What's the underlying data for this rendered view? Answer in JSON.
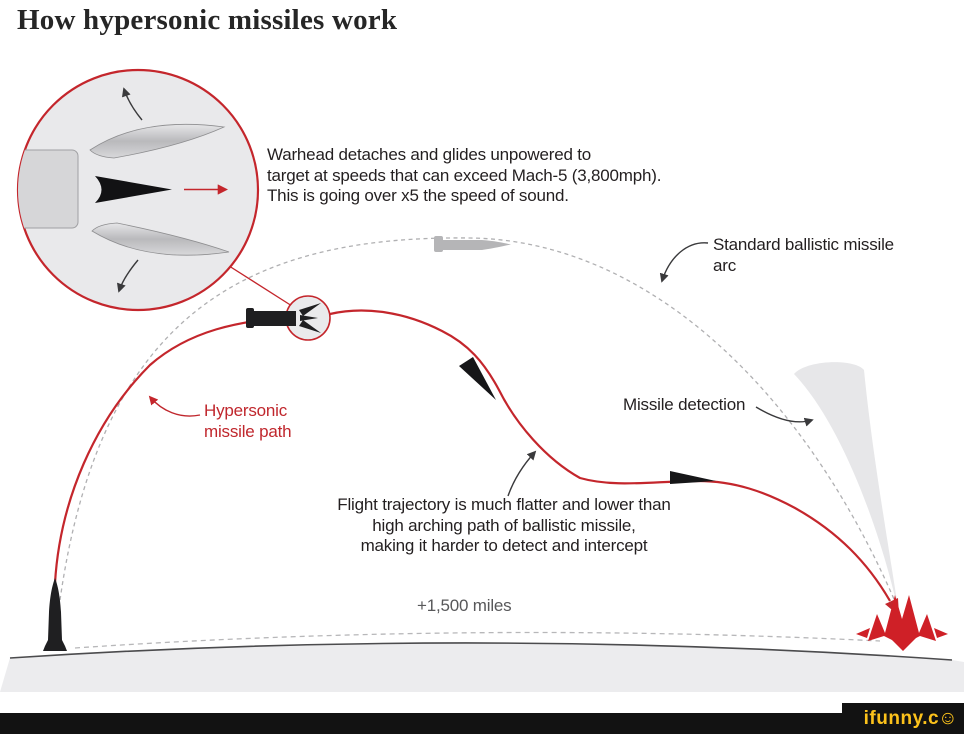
{
  "title": "How hypersonic missiles work",
  "labels": {
    "warhead_note": "Warhead detaches and glides unpowered to\ntarget at speeds that can exceed Mach-5 (3,800mph).\nThis is going over x5 the speed of sound.",
    "ballistic_arc": "Standard ballistic missile\narc",
    "hypersonic_path": "Hypersonic\nmissile path",
    "missile_detection": "Missile detection",
    "trajectory_note": "Flight trajectory is much flatter and lower than\nhigh arching path of ballistic missile,\nmaking it harder to detect and intercept",
    "distance": "+1,500 miles"
  },
  "footer": {
    "watermark": "ifunny.c",
    "smiley": "☺"
  },
  "colors": {
    "accent_red": "#c4262c",
    "label_red": "#c0272d",
    "explosion_red": "#cf2027",
    "text_dark": "#231f20",
    "muted_gray": "#58585a",
    "arc_gray": "#b0b0b2",
    "diagram_fill_gray": "#e9e9eb",
    "footer_black": "#121212",
    "watermark_yellow": "#fcc21b"
  }
}
